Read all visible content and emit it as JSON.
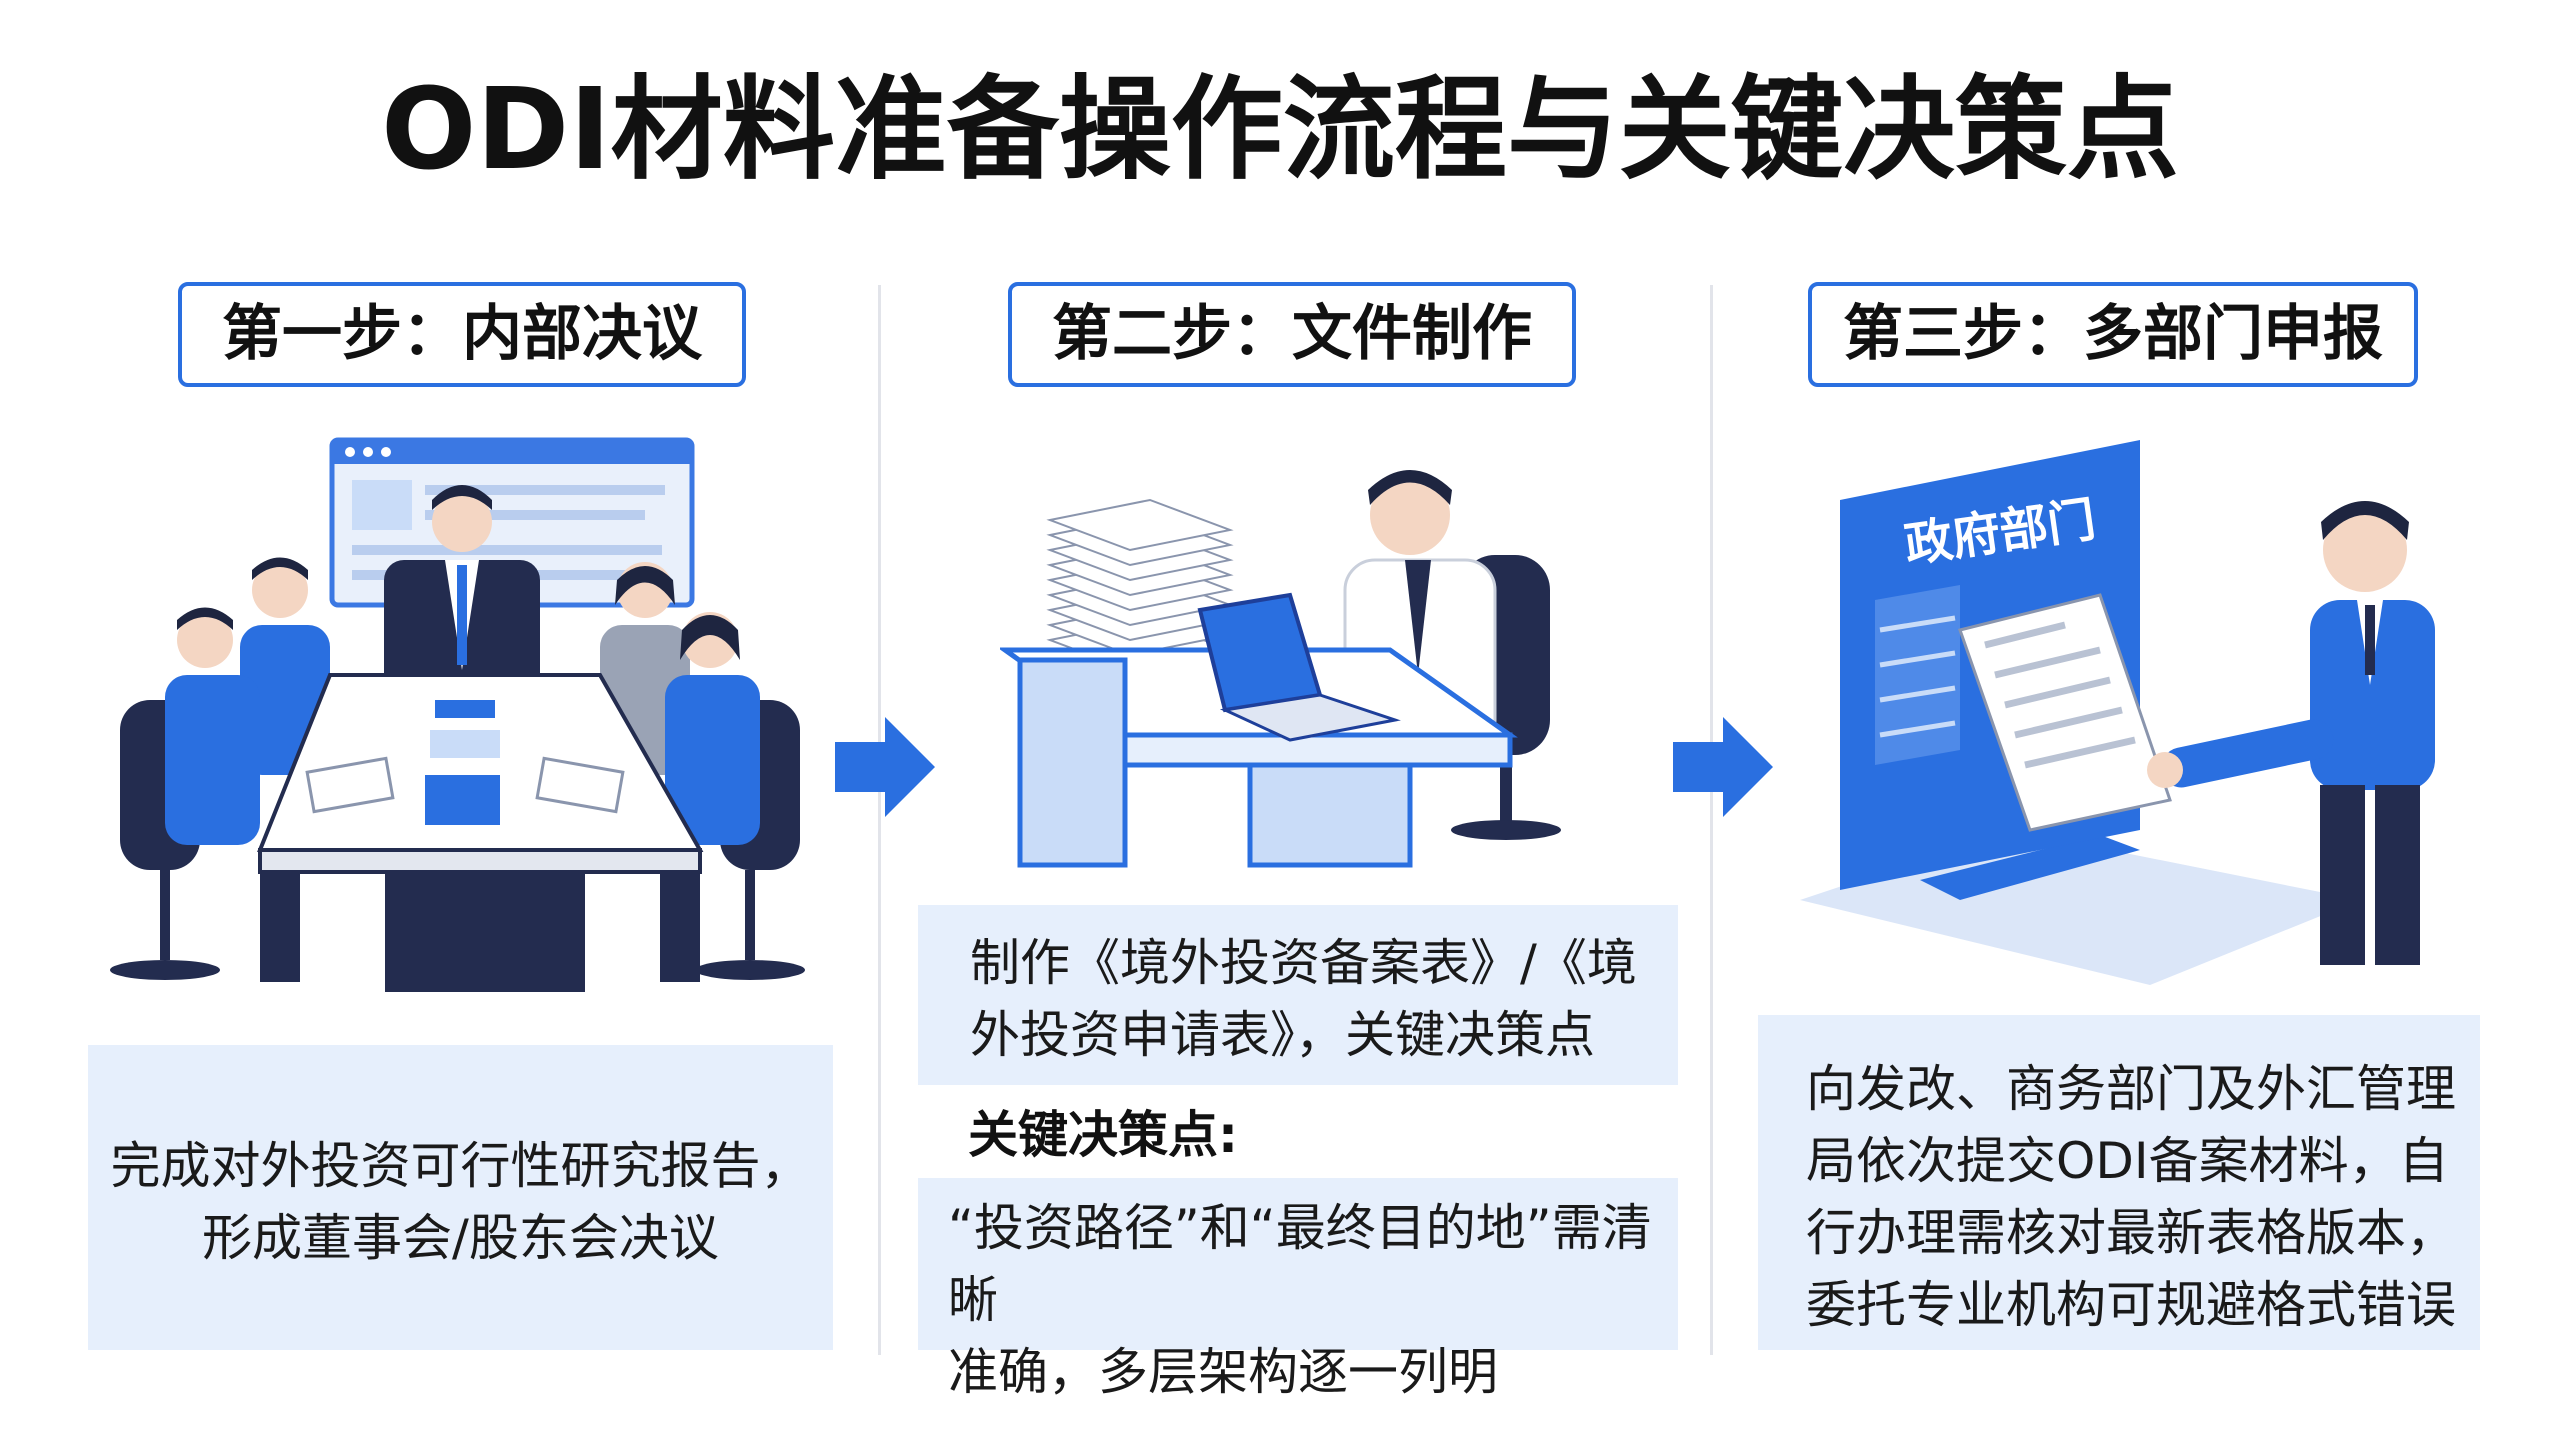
{
  "title": "ODI材料准备操作流程与关键决策点",
  "steps": [
    {
      "label": "第一步：内部决议",
      "text_lines": [
        "完成对外投资可行性研究报告，",
        "形成董事会/股东会决议"
      ]
    },
    {
      "label": "第二步：文件制作",
      "text_lines": [
        "制作《境外投资备案表》/《境",
        "外投资申请表》，关键决策点"
      ],
      "subhead": "关键决策点:",
      "decision_lines": [
        "“投资路径”和“最终目的地”需清晰",
        "准确，多层架构逐一列明"
      ]
    },
    {
      "label": "第三步：多部门申报",
      "building_sign": "政府部门",
      "text_lines": [
        "向发改、商务部门及外汇管理",
        "局依次提交ODI备案材料，自",
        "行办理需核对最新表格版本，",
        "委托专业机构可规避格式错误"
      ]
    }
  ],
  "colors": {
    "accent": "#2a6fe0",
    "panel": "#e6effc",
    "navy": "#232c4f",
    "light_blue": "#c9dcf8"
  }
}
